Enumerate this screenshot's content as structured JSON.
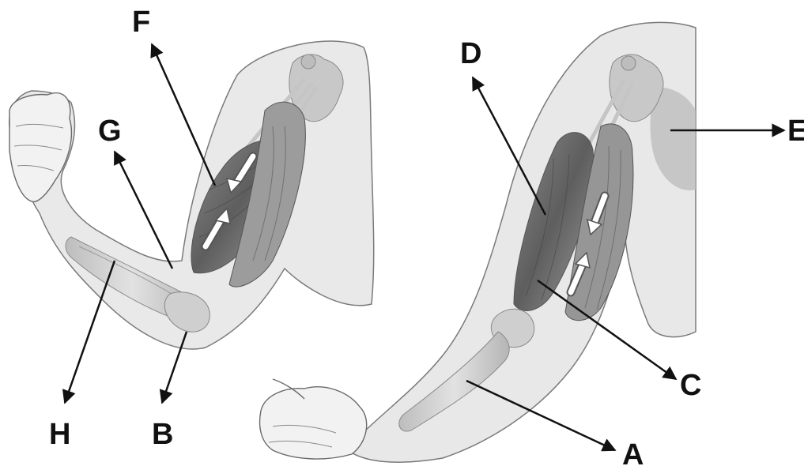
{
  "labels": {
    "A": "A",
    "B": "B",
    "C": "C",
    "D": "D",
    "E": "E",
    "F": "F",
    "G": "G",
    "H": "H"
  },
  "colors": {
    "skin_fill": "#e8e8e8",
    "skin_outline": "#7a7a7a",
    "muscle_dark": "#6e6e6e",
    "muscle_mid": "#a9a9a9",
    "bone": "#cfcfcf",
    "arrow": "#111111"
  }
}
